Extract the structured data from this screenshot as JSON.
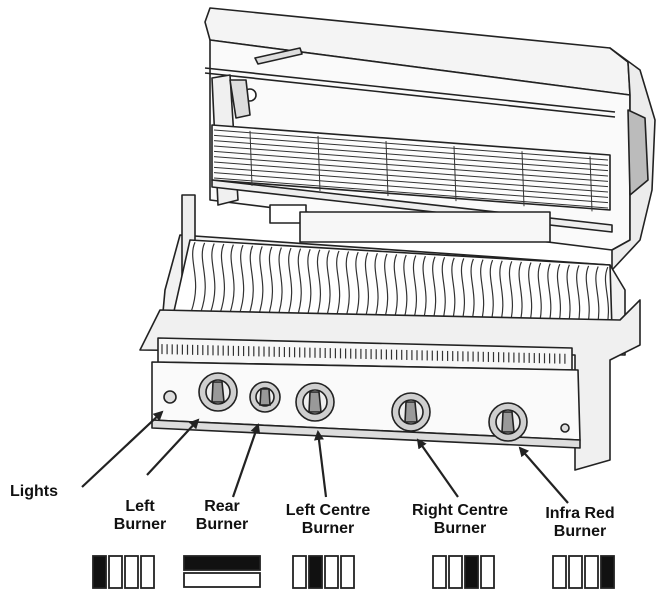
{
  "labels": {
    "lights": "Lights",
    "left_burner": [
      "Left",
      "Burner"
    ],
    "rear_burner": [
      "Rear",
      "Burner"
    ],
    "left_centre_burner": [
      "Left Centre",
      "Burner"
    ],
    "right_centre_burner": [
      "Right Centre",
      "Burner"
    ],
    "infra_red_burner": [
      "Infra Red",
      "Burner"
    ]
  },
  "indicators": {
    "left_burner": {
      "active_index": 0,
      "count": 4
    },
    "rear_burner": {
      "active_index": 0,
      "count": 2
    },
    "left_centre_burner": {
      "active_index": 1,
      "count": 4
    },
    "right_centre_burner": {
      "active_index": 2,
      "count": 4
    },
    "infra_red_burner": {
      "active_index": 3,
      "count": 4
    }
  },
  "colors": {
    "line": "#222222",
    "fill_active": "#111111",
    "fill_light": "#f2f2f2",
    "steel": "#e8e8e8"
  }
}
